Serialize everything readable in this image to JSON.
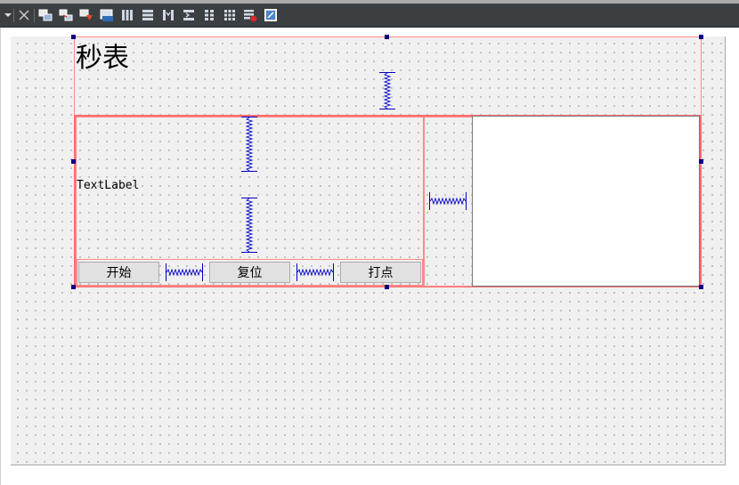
{
  "toolbar": {
    "icons": [
      "dropdown-arrow-icon",
      "close-icon",
      "edit-widgets-icon",
      "edit-signals-slots-icon",
      "edit-buddies-icon",
      "edit-tab-order-icon",
      "layout-horizontal-icon",
      "layout-vertical-icon",
      "layout-horizontal-splitter-icon",
      "layout-vertical-splitter-icon",
      "layout-form-icon",
      "layout-grid-icon",
      "break-layout-icon",
      "adjust-size-icon"
    ]
  },
  "form": {
    "title_label": "秒表",
    "text_label": "TextLabel",
    "buttons": {
      "start": "开始",
      "reset": "复位",
      "lap": "打点"
    }
  },
  "colors": {
    "toolbar_bg": "#3c3f41",
    "canvas_bg": "#f0f0f0",
    "layout_outline": "#ff6e6e",
    "spacer": "#0000c8",
    "handle": "#000080"
  }
}
